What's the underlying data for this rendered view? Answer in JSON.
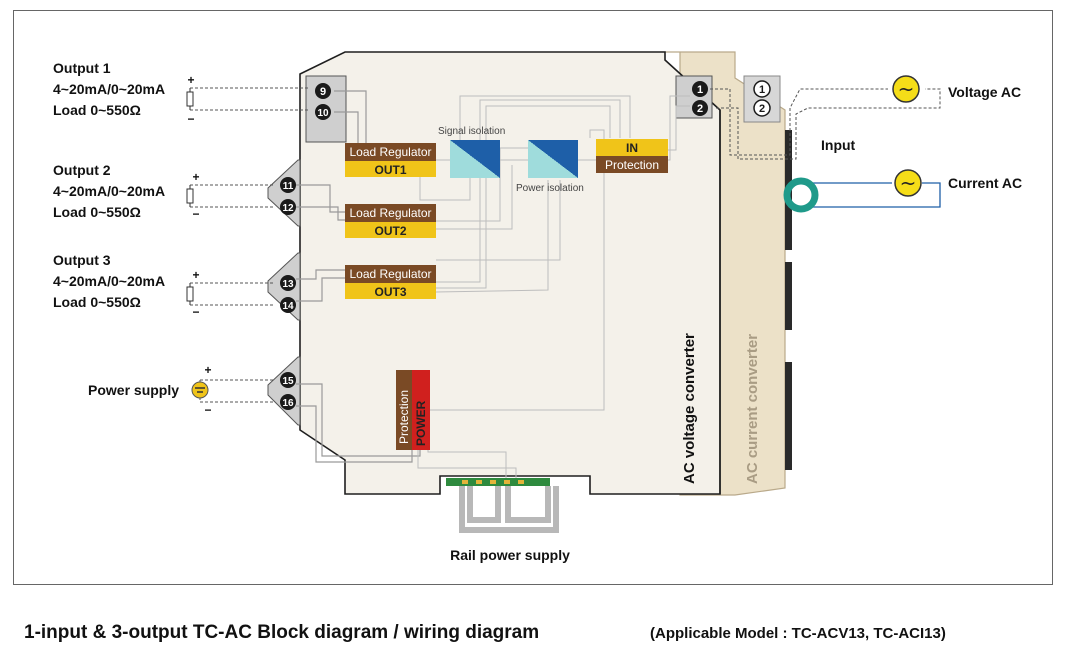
{
  "outputs": [
    {
      "title": "Output 1",
      "range": "4~20mA/0~20mA",
      "load": "Load 0~550Ω",
      "t_plus": "9",
      "t_minus": "10"
    },
    {
      "title": "Output 2",
      "range": "4~20mA/0~20mA",
      "load": "Load 0~550Ω",
      "t_plus": "11",
      "t_minus": "12"
    },
    {
      "title": "Output 3",
      "range": "4~20mA/0~20mA",
      "load": "Load 0~550Ω",
      "t_plus": "13",
      "t_minus": "14"
    }
  ],
  "power": {
    "label": "Power supply",
    "t_plus": "15",
    "t_minus": "16"
  },
  "polarity": {
    "plus": "+",
    "minus": "−"
  },
  "input_terminals": {
    "t1": "1",
    "t2": "2"
  },
  "blocks": {
    "load_regulator": "Load Regulator",
    "out1": "OUT1",
    "out2": "OUT2",
    "out3": "OUT3",
    "signal_isolation": "Signal isolation",
    "power_isolation": "Power isolation",
    "in": "IN",
    "in_protection": "Protection",
    "protection": "Protection",
    "power": "POWER"
  },
  "side_labels": {
    "voltage_converter": "AC voltage converter",
    "current_converter": "AC current converter"
  },
  "inputs": {
    "label": "Input",
    "voltage": "Voltage AC",
    "current": "Current AC",
    "ac_symbol": "~"
  },
  "rail": {
    "label": "Rail power supply"
  },
  "caption": {
    "main": "1-input & 3-output TC-AC   Block diagram / wiring diagram",
    "sub": "(Applicable Model :  TC-ACV13,  TC-ACI13)"
  },
  "colors": {
    "brown": "#7a4a25",
    "yellow": "#f0c419",
    "red": "#d0201e",
    "module": "#f4f1ea",
    "module2": "#ece1c8",
    "blue": "#1e5fa8",
    "teal": "#1f9a8a"
  }
}
